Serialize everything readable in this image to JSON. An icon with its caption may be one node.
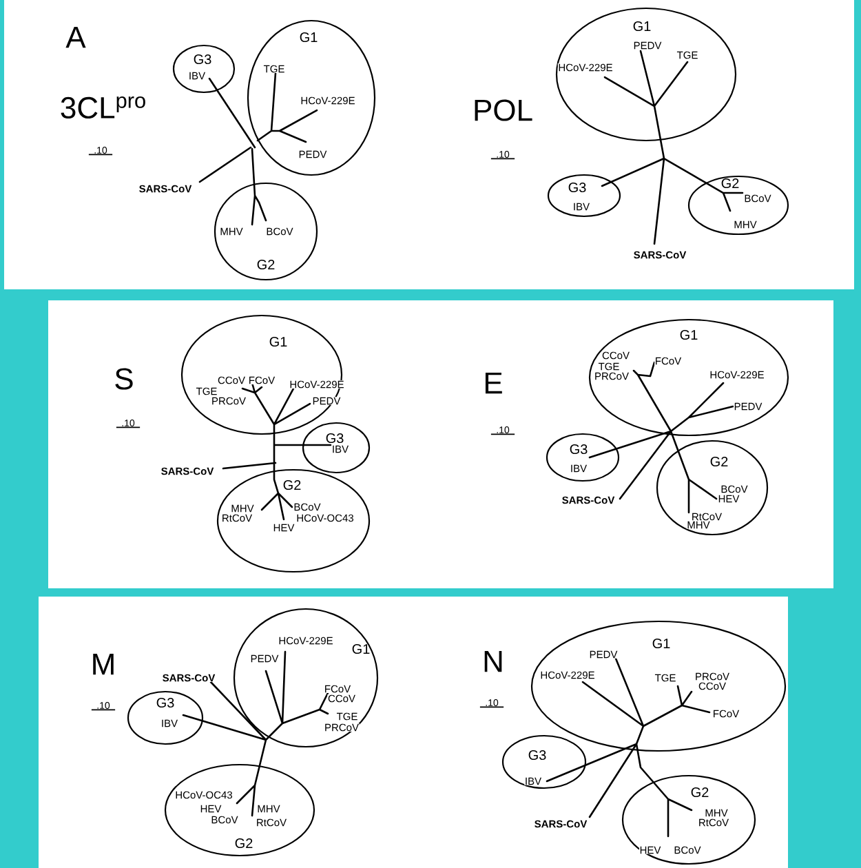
{
  "diagram": {
    "nodes": [
      {
        "text": [
          "G3",
          "IBV"
        ]
      },
      {
        "text": [
          "G1",
          "TGE",
          "HCoV-229E",
          "PEDV"
        ]
      },
      {
        "text": [
          "MHV",
          "BCoV",
          "G2"
        ]
      },
      {
        "text": [
          "G1",
          "PEDV",
          "TGE",
          "HCoV-229E"
        ]
      },
      {
        "text": [
          "G3",
          "IBV"
        ]
      },
      {
        "text": [
          "G2",
          "BCoV",
          "MHV"
        ]
      },
      {
        "text": [
          "G1",
          "CCoV",
          "FCoV",
          "TGE",
          "PRCoV",
          "HCoV-229E",
          "PEDV"
        ]
      },
      {
        "text": [
          "G3",
          "IBV"
        ]
      },
      {
        "text": [
          "G2",
          "MHV",
          "RtCoV",
          "BCoV",
          "HCoV-OC43",
          "HEV"
        ]
      },
      {
        "text": [
          "G1",
          "CCoV",
          "TGE",
          "PRCoV",
          "FCoV",
          "HCoV-229E",
          "PEDV"
        ]
      },
      {
        "text": [
          "G3",
          "IBV"
        ]
      },
      {
        "text": [
          "G2",
          "BCoV",
          "HEV",
          "RtCoV",
          "MHV"
        ]
      },
      {
        "text": [
          "HCoV-229E",
          "G1",
          "PEDV",
          "FCoV",
          "CCoV",
          "TGE",
          "PRCoV"
        ]
      },
      {
        "text": [
          "G3",
          "IBV"
        ]
      },
      {
        "text": [
          "HCoV-OC43",
          "HEV",
          "BCoV",
          "MHV",
          "RtCoV",
          "G2"
        ]
      },
      {
        "text": [
          "PEDV",
          "G1",
          "HCoV-229E",
          "TGE",
          "PRCoV",
          "CCoV",
          "FCoV"
        ]
      },
      {
        "text": [
          "G3",
          "IBV"
        ]
      },
      {
        "text": [
          "G2",
          "MHV",
          "RtCoV",
          "HEV",
          "BCoV"
        ]
      }
    ],
    "labels": [
      "A",
      "3CL$^{pro}$",
      ".10",
      "SARS-CoV",
      "POL",
      ".10",
      "SARS-CoV",
      "S",
      ".10",
      "SARS-CoV",
      "E",
      ".10",
      "SARS-CoV",
      "M",
      ".10",
      "SARS-CoV",
      "N",
      ".10",
      "SARS-CoV"
    ]
  }
}
